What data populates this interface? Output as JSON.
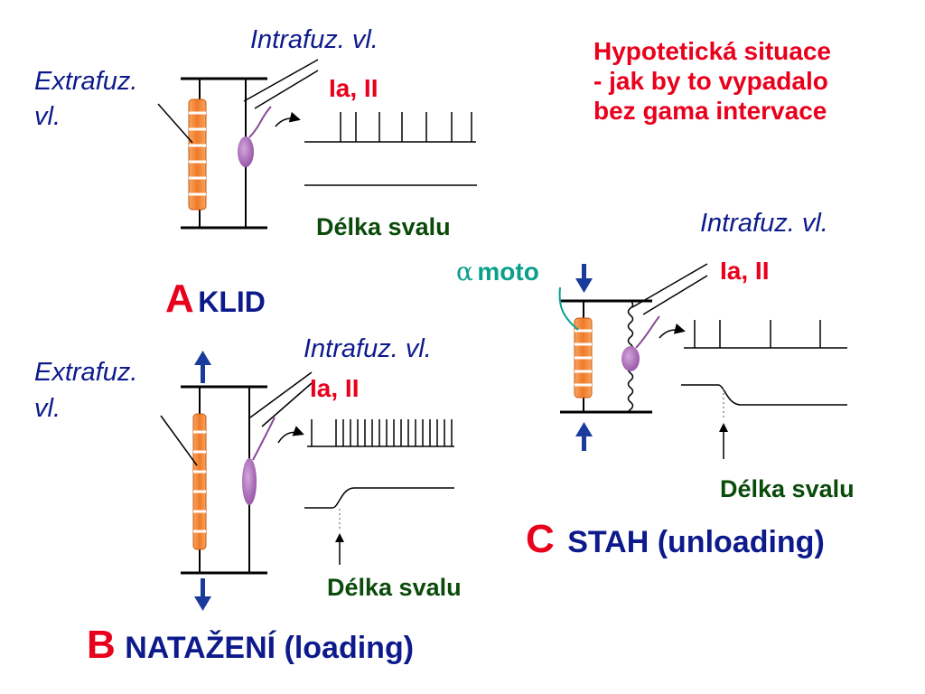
{
  "colors": {
    "muscle_orange": "#f07a28",
    "spindle_purple": "#a96ab5",
    "arrow_blue": "#1a3a9c",
    "label_blue": "#0d1a8c",
    "label_red": "#e8001c",
    "label_green": "#0a4a0a",
    "moto_teal": "#0a9f8c"
  },
  "hypothesis": {
    "line1": "Hypotetická situace",
    "line2": "- jak by to vypadalo",
    "line3": "bez gama intervace"
  },
  "panel_a": {
    "intrafusal": "Intrafuz. vl.",
    "extrafusal_1": "Extrafuz.",
    "extrafusal_2": "vl.",
    "afferents": "Ia, II",
    "length": "Délka svalu",
    "letter": "A",
    "title": "KLID"
  },
  "panel_b": {
    "intrafusal": "Intrafuz. vl.",
    "extrafusal_1": "Extrafuz.",
    "extrafusal_2": "vl.",
    "afferents": "Ia, II",
    "length": "Délka svalu",
    "letter": "B",
    "title": "NATAŽENÍ (loading)"
  },
  "panel_c": {
    "intrafusal": "Intrafuz. vl.",
    "afferents": "Ia, II",
    "alpha": "α",
    "moto": "moto",
    "length": "Délka svalu",
    "letter": "C",
    "title": "STAH (unloading)"
  }
}
